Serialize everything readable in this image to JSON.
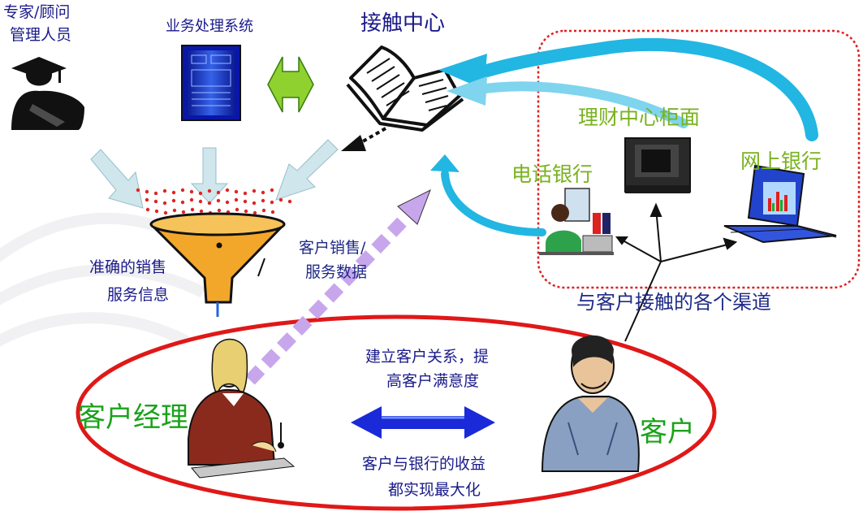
{
  "labels": {
    "expert_line1": "专家/顾问",
    "expert_line2": "管理人员",
    "business_system": "业务处理系统",
    "contact_center": "接触中心",
    "financial_center": "理财中心柜面",
    "phone_banking": "电话银行",
    "online_banking": "网上银行",
    "accurate_info_line1": "准确的销售",
    "accurate_info_line2": "服务信息",
    "sales_data_line1": "客户销售/",
    "sales_data_line2": "服务数据",
    "channels": "与客户接触的各个渠道",
    "relationship_line1": "建立客户关系，提",
    "relationship_line2": "高客户满意度",
    "profit_line1": "客户与银行的收益",
    "profit_line2": "都实现最大化",
    "account_manager": "客户经理",
    "customer": "客户"
  },
  "colors": {
    "channel_box_border": "#e02020",
    "main_ellipse": "#e01818",
    "light_arrow": "#cfe6ec",
    "cyan_arrow": "#22b6e2",
    "green_arrow": "#8fd12e",
    "purple_arrow": "#c8a6ec",
    "blue_arrow": "#1a2ad8",
    "funnel": "#f2a72a",
    "red_dots": "#e02424",
    "text_dark": "#1a1a8a",
    "text_green": "#79b21f",
    "text_big_green": "#1aa21a"
  },
  "icons": [
    "graduate-icon",
    "server-icon",
    "book-icon",
    "funnel-icon",
    "tv-monitor-icon",
    "phone-operator-icon",
    "laptop-icon",
    "manager-icon",
    "customer-icon"
  ]
}
